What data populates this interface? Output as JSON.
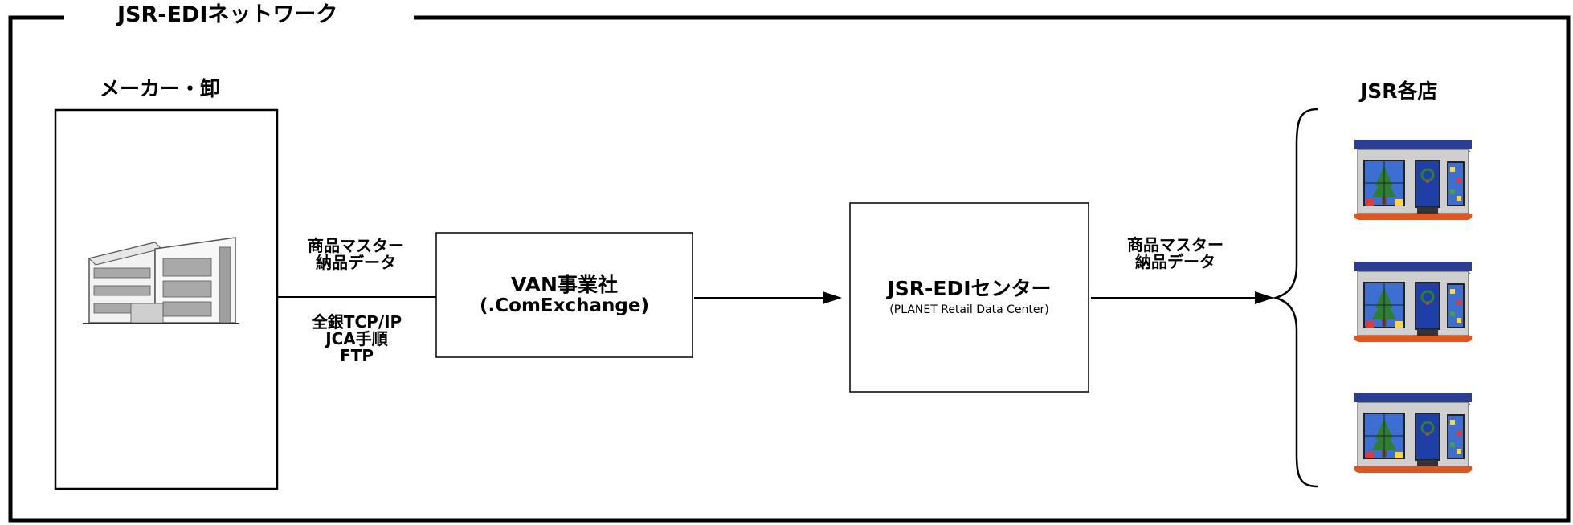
{
  "title": "JSR-EDIネットワーク",
  "maker": {
    "label": "メーカー・卸"
  },
  "link_left": {
    "data_lines": [
      "商品マスター",
      "納品データ"
    ],
    "protocol_lines": [
      "全銀TCP/IP",
      "JCA手順",
      "FTP"
    ]
  },
  "van": {
    "title": "VAN事業社",
    "subtitle": "(.ComExchange)"
  },
  "center": {
    "title": "JSR-EDIセンター",
    "subtitle": "(PLANET Retail Data Center)"
  },
  "link_right": {
    "data_lines": [
      "商品マスター",
      "納品データ"
    ]
  },
  "stores": {
    "label": "JSR各店",
    "count": 3
  },
  "colors": {
    "line": "#000000",
    "store_roof": "#2b3e93",
    "store_door": "#1f3fa8",
    "store_floor": "#e0561c",
    "tree": "#2e7d32"
  },
  "icons": [
    "office-building-icon",
    "store-front-icon"
  ]
}
